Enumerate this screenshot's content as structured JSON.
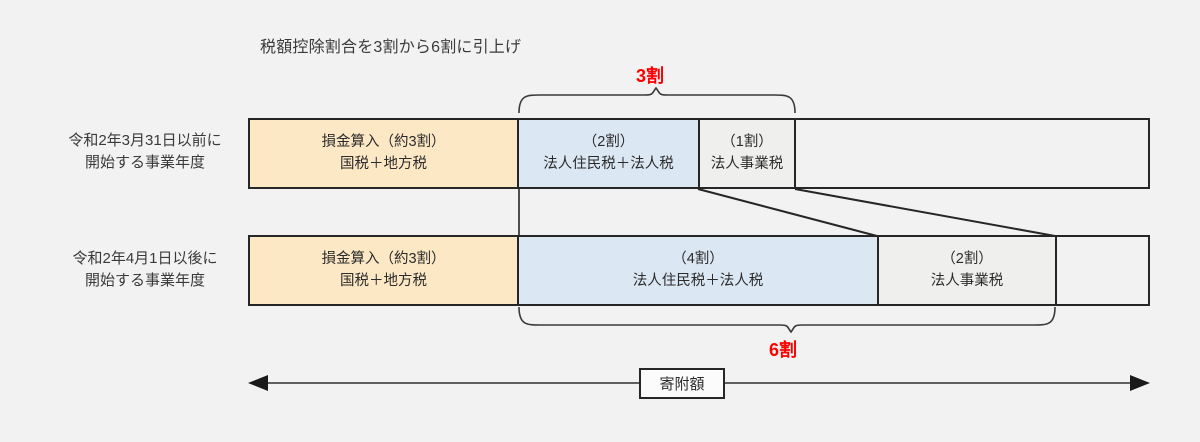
{
  "title": "税額控除割合を3割から6割に引上げ",
  "rows": [
    {
      "label_line1": "令和2年3月31日以前に",
      "label_line2": "開始する事業年度",
      "segments": [
        {
          "name": "loss-inclusion",
          "line1": "損金算入（約3割）",
          "line2": "国税＋地方税",
          "color": "#fce8c5"
        },
        {
          "name": "corporate-inhabitant-and-corporate-tax",
          "line1": "（2割）",
          "line2": "法人住民税＋法人税",
          "color": "#dce7f4"
        },
        {
          "name": "corporate-enterprise-tax",
          "line1": "（1割）",
          "line2": "法人事業税",
          "color": "#efefed"
        },
        {
          "name": "remainder",
          "line1": "",
          "line2": "",
          "color": "#f2f2f2"
        }
      ]
    },
    {
      "label_line1": "令和2年4月1日以後に",
      "label_line2": "開始する事業年度",
      "segments": [
        {
          "name": "loss-inclusion",
          "line1": "損金算入（約3割）",
          "line2": "国税＋地方税",
          "color": "#fce8c5"
        },
        {
          "name": "corporate-inhabitant-and-corporate-tax",
          "line1": "（4割）",
          "line2": "法人住民税＋法人税",
          "color": "#dce7f4"
        },
        {
          "name": "corporate-enterprise-tax",
          "line1": "（2割）",
          "line2": "法人事業税",
          "color": "#efefed"
        },
        {
          "name": "remainder",
          "line1": "",
          "line2": "",
          "color": "#f2f2f2"
        }
      ]
    }
  ],
  "braces": {
    "top_label": "3割",
    "bottom_label": "6割",
    "label_color": "#ff0000"
  },
  "axis": {
    "caption": "寄附額",
    "arrow_left_icon": "arrow-left-icon",
    "arrow_right_icon": "arrow-right-icon"
  },
  "colors": {
    "background": "#f2f2f2",
    "outline": "#262626",
    "yellow": "#fce8c5",
    "blue": "#dce7f4",
    "gray": "#efefed",
    "accent_red": "#ff0000",
    "text": "#2b2b2b"
  }
}
